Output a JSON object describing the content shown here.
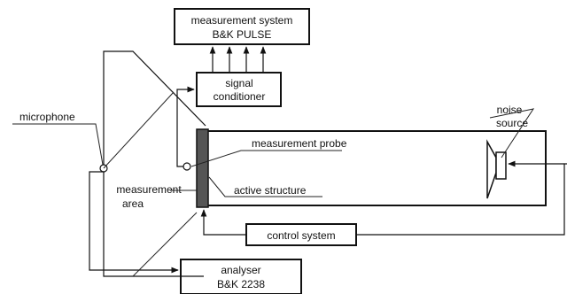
{
  "boxes": {
    "measurement_system": {
      "line1": "measurement system",
      "line2": "B&K PULSE"
    },
    "signal_conditioner": {
      "line1": "signal",
      "line2": "conditioner"
    },
    "control_system": {
      "label": "control system"
    },
    "analyser": {
      "line1": "analyser",
      "line2": "B&K 2238"
    }
  },
  "labels": {
    "microphone": "microphone",
    "measurement_area_line1": "measurement",
    "measurement_area_line2": "area",
    "measurement_probe": "measurement probe",
    "active_structure": "active structure",
    "noise_source_line1": "noise",
    "noise_source_line2": "source"
  },
  "colors": {
    "line": "#111111",
    "active_structure_fill": "#555555"
  }
}
